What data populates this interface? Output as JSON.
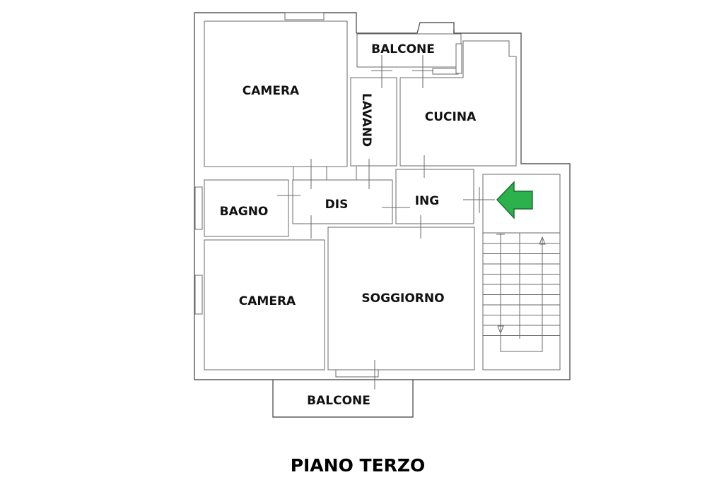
{
  "title": "PIANO TERZO",
  "rooms": {
    "camera_top": "CAMERA",
    "balcone_top": "BALCONE",
    "lavand": "LAVAND",
    "cucina": "CUCINA",
    "bagno": "BAGNO",
    "dis": "DIS",
    "ing": "ING",
    "camera_bottom": "CAMERA",
    "soggiorno": "SOGGIORNO",
    "balcone_bottom": "BALCONE"
  },
  "colors": {
    "entrance_arrow": "#2bb24c",
    "walls": "#5a5a5a"
  },
  "icons": {
    "entrance": "entrance-arrow-icon"
  }
}
